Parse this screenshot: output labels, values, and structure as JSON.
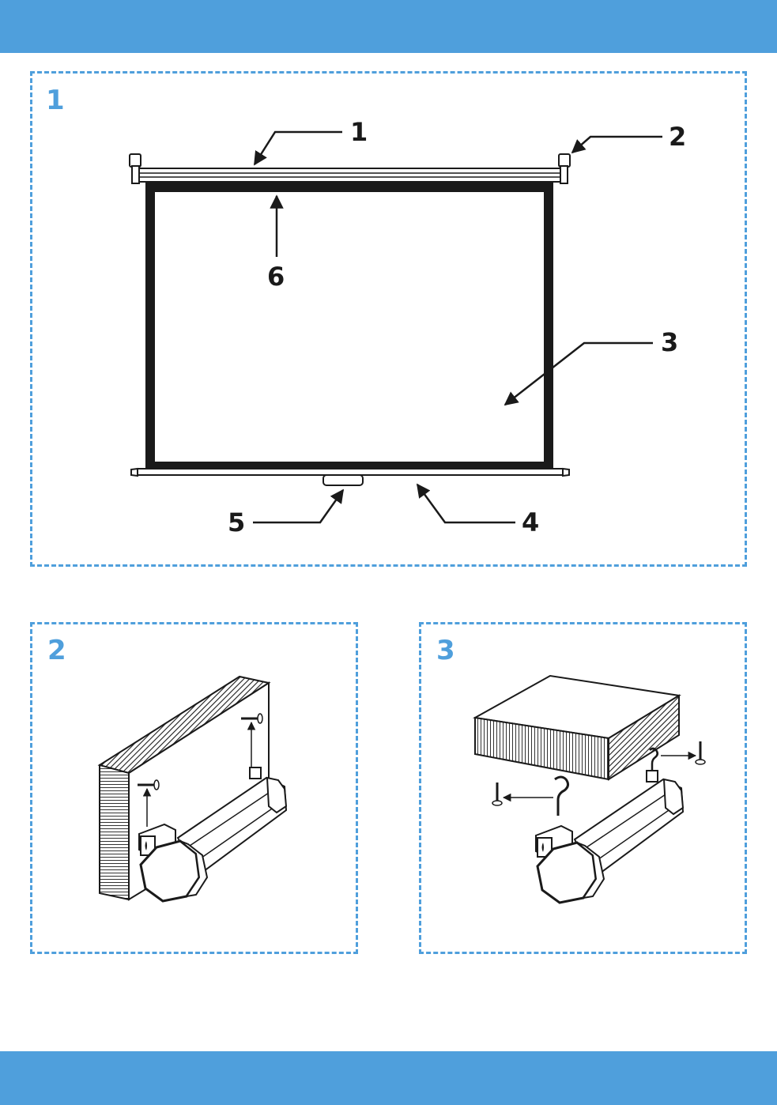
{
  "panels": [
    {
      "number": "1"
    },
    {
      "number": "2"
    },
    {
      "number": "3"
    }
  ],
  "callouts": {
    "roller": "1",
    "end_cap": "2",
    "screen_surface": "3",
    "bottom_bar": "4",
    "pull_handle": "5",
    "black_border": "6"
  },
  "colors": {
    "accent": "#4f9fdc",
    "ink": "#1a1a1a"
  }
}
